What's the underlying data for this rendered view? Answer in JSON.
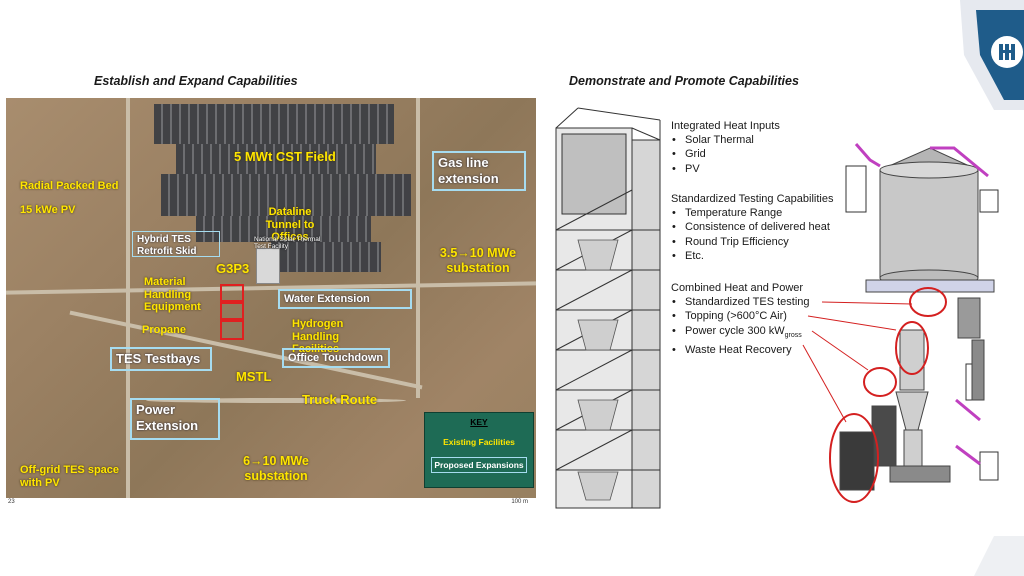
{
  "left_heading": "Establish and Expand Capabilities",
  "right_heading": "Demonstrate and Promote Capabilities",
  "map": {
    "labels": {
      "cst_field": "5 MWt CST Field",
      "radial_bed": "Radial Packed Bed",
      "pv_15kw": "15 kWe PV",
      "dataline": "Dataline Tunnel to Offices",
      "nstf": "National Solar Thermal Test Facility",
      "g3p3": "G3P3",
      "material_handling": "Material Handling Equipment",
      "propane": "Propane",
      "hydrogen": "Hydrogen Handling Facilities",
      "mstl": "MSTL",
      "truck_route": "Truck Route",
      "offgrid": "Off-grid TES space with PV",
      "sub_35_10": "3.5→10 MWe substation",
      "sub_6_10": "6→10 MWe substation"
    },
    "boxes": {
      "gas_line": "Gas line extension",
      "hybrid_tes": "Hybrid TES Retrofit Skid",
      "water_ext": "Water Extension",
      "tes_testbays": "TES Testbays",
      "office_touchdown": "Office Touchdown",
      "power_ext": "Power Extension"
    },
    "key": {
      "title": "KEY",
      "existing": "Existing Facilities",
      "proposed": "Proposed Expansions"
    },
    "scale": "100 m",
    "corner_num": "23"
  },
  "integrated": {
    "title": "Integrated Heat Inputs",
    "items": [
      "Solar Thermal",
      "Grid",
      "PV"
    ]
  },
  "standardized": {
    "title": "Standardized Testing Capabilities",
    "items": [
      "Temperature Range",
      "Consistence of delivered heat",
      "Round Trip Efficiency",
      "Etc."
    ]
  },
  "chp": {
    "title": "Combined Heat and Power",
    "items": [
      "Standardized TES testing",
      "Topping (>600°C Air)",
      "Power cycle 300 kW",
      "Waste Heat Recovery"
    ],
    "power_sub": "gross"
  },
  "colors": {
    "accent_blue": "#1f5c8a",
    "red_circle": "#d42020",
    "key_green": "#1e6b55",
    "label_yellow": "#ffe600"
  }
}
